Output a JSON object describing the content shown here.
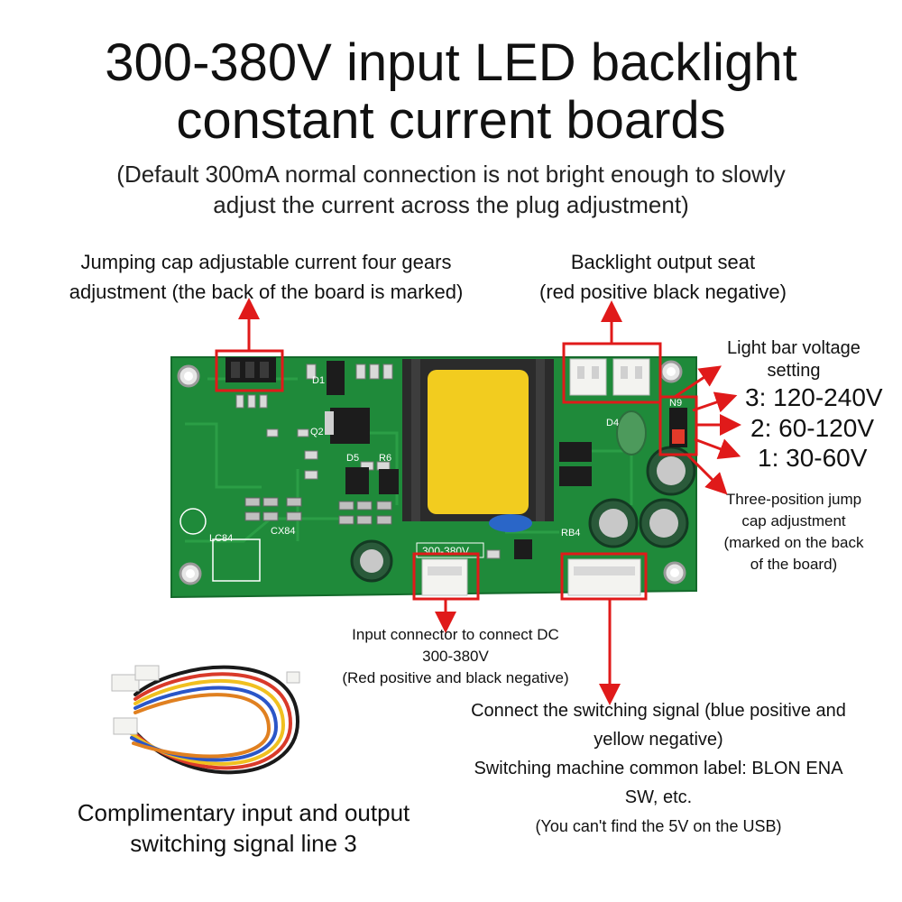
{
  "title": {
    "line1": "300-380V input LED backlight",
    "line2": "constant current boards"
  },
  "subtitle": {
    "line1": "(Default 300mA normal connection is not bright enough to slowly",
    "line2": "adjust the current across the plug adjustment)"
  },
  "callouts": {
    "jumper": {
      "line1": "Jumping cap adjustable current four gears",
      "line2": "adjustment (the back of the board is marked)"
    },
    "backlight_output": {
      "line1": "Backlight output seat",
      "line2": "(red positive black negative)"
    },
    "light_bar_voltage": {
      "line1": "Light bar voltage",
      "line2": "setting"
    },
    "gears": [
      "3: 120-240V",
      "2: 60-120V",
      "1: 30-60V"
    ],
    "three_position": {
      "line1": "Three-position jump",
      "line2": "cap adjustment",
      "line3": "(marked on the back",
      "line4": "of the board)"
    },
    "input_connector": {
      "line1": "Input connector to connect DC",
      "line2": "300-380V",
      "line3": "(Red positive and black negative)"
    },
    "switching_signal": {
      "line1": "Connect the switching signal (blue positive and",
      "line2": "yellow negative)",
      "line3": "Switching machine common label: BLON ENA",
      "line4": "SW, etc.",
      "line5": "(You can't find the 5V on the USB)"
    },
    "cable": {
      "line1": "Complimentary input and output",
      "line2": "switching signal line 3"
    }
  },
  "board_labels": {
    "input_voltage": "300-380V",
    "q2": "Q2",
    "d5": "D5",
    "r6": "R6",
    "d1": "D1",
    "d4": "D4",
    "cn9": "N9",
    "lc84": "LC84",
    "cx84": "CX84",
    "rb4": "RB4"
  },
  "colors": {
    "pcb": "#1f8a3a",
    "pcb_dark": "#166e2d",
    "transformer_core": "#f2cc1f",
    "highlight": "#e01a1a",
    "arrow": "#e01a1a"
  }
}
